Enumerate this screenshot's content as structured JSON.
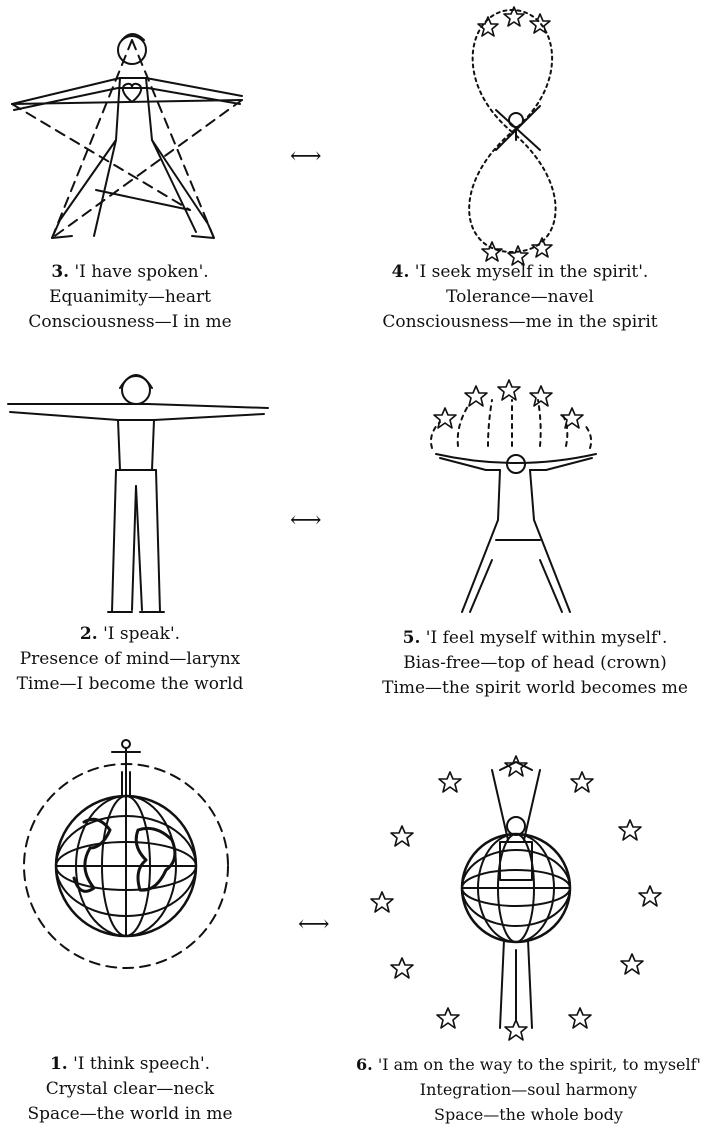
{
  "panels": [
    {
      "num": "3.",
      "title": "'I have spoken'.",
      "line2": "Equanimity—heart",
      "line3": "Consciousness—I in me"
    },
    {
      "num": "4.",
      "title": "'I seek myself in the spirit'.",
      "line2": "Tolerance—navel",
      "line3": "Consciousness—me in the spirit"
    },
    {
      "num": "2.",
      "title": "'I speak'.",
      "line2": "Presence of mind—larynx",
      "line3": "Time—I become the world"
    },
    {
      "num": "5.",
      "title": "'I feel myself within myself'.",
      "line2": "Bias-free—top of head (crown)",
      "line3": "Time—the spirit world becomes me"
    },
    {
      "num": "1.",
      "title": "'I think speech'.",
      "line2": "Crystal clear—neck",
      "line3": "Space—the world in me"
    },
    {
      "num": "6.",
      "title": "'I am on the way to the spirit, to myself'",
      "line2": "Integration—soul harmony",
      "line3": "Space—the whole body"
    }
  ],
  "arrows": [
    "⟷",
    "⟷",
    "⟷"
  ],
  "icons": [
    "star-icon",
    "heart-icon",
    "globe-icon"
  ]
}
